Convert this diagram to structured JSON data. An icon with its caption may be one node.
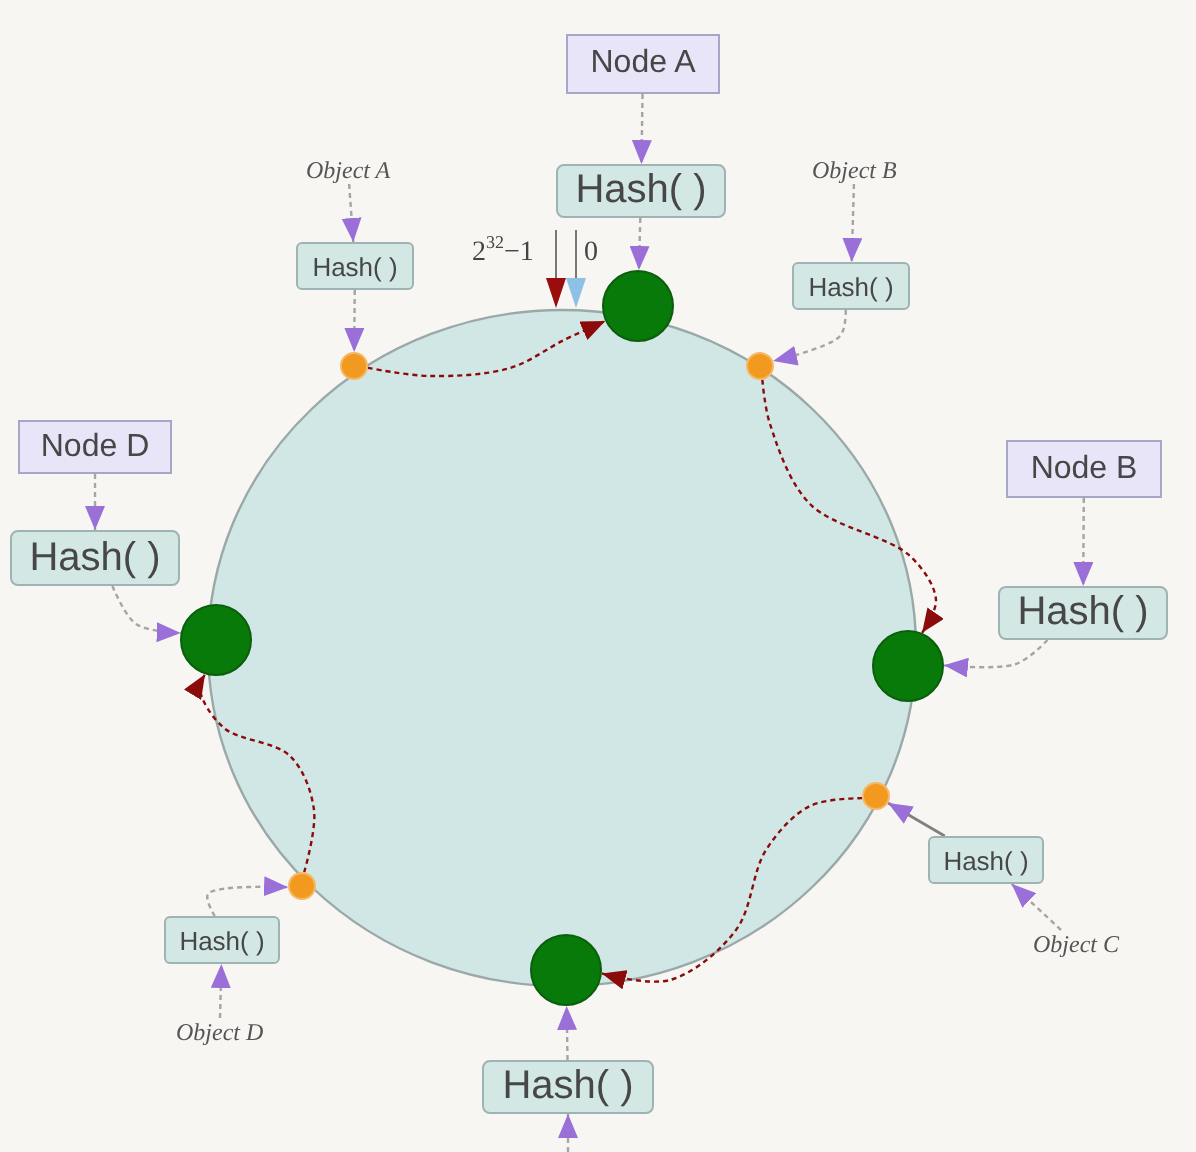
{
  "diagram": {
    "nodes": [
      {
        "text": [
          "Node A"
        ]
      },
      {
        "text": [
          "Object A"
        ]
      },
      {
        "text": [
          "Hash( )"
        ]
      },
      {
        "text": [
          "Object B"
        ]
      },
      {
        "text": [
          "Hash( )"
        ]
      },
      {
        "text": [
          "Hash( )"
        ]
      },
      {
        "text": [],
        "shape": "circle"
      },
      {
        "text": [],
        "shape": "circle"
      },
      {
        "text": [],
        "shape": "circle"
      },
      {
        "text": [
          "Node D"
        ]
      },
      {
        "text": [
          "Node B"
        ]
      },
      {
        "text": [
          "Hash( )"
        ]
      },
      {
        "text": [
          "Hash( )"
        ]
      },
      {
        "text": [],
        "shape": "circle"
      },
      {
        "text": [],
        "shape": "circle"
      },
      {
        "text": [],
        "shape": "circle"
      },
      {
        "text": [
          "Hash( )"
        ]
      },
      {
        "text": [],
        "shape": "circle"
      },
      {
        "text": [
          "Hash( )"
        ]
      },
      {
        "text": [
          "Object C"
        ]
      },
      {
        "text": [],
        "shape": "circle"
      },
      {
        "text": [
          "Object D"
        ]
      },
      {
        "text": [
          "Hash( )"
        ]
      }
    ],
    "edges": [
      {
        "from": 0,
        "to": 2,
        "arrow": "to",
        "style": "dashed"
      },
      {
        "from": 2,
        "to": 6,
        "arrow": "to",
        "style": "dashed"
      },
      {
        "from": 1,
        "to": 4,
        "arrow": "to",
        "style": "dashed"
      },
      {
        "from": 4,
        "to": 7,
        "arrow": "to",
        "style": "dashed"
      },
      {
        "from": 3,
        "to": 5,
        "arrow": "to",
        "style": "dashed"
      },
      {
        "from": 5,
        "to": 8,
        "arrow": "to",
        "style": "dashed"
      },
      {
        "from": 10,
        "to": 12,
        "arrow": "to",
        "style": "dashed"
      },
      {
        "from": 12,
        "to": 14,
        "arrow": "to",
        "style": "dashed"
      },
      {
        "from": 19,
        "to": 16,
        "arrow": "to",
        "style": "dashed"
      },
      {
        "from": 16,
        "to": 15,
        "arrow": "to"
      },
      {
        "from": 9,
        "to": 11,
        "arrow": "to",
        "style": "dashed"
      },
      {
        "from": 11,
        "to": 13,
        "arrow": "to",
        "style": "dashed"
      },
      {
        "from": 21,
        "to": 18,
        "arrow": "to",
        "style": "dashed"
      },
      {
        "from": 18,
        "to": 17,
        "arrow": "to",
        "style": "dashed"
      },
      {
        "from": null,
        "to": 22,
        "arrow": "to",
        "style": "dashed"
      },
      {
        "from": 22,
        "to": 20,
        "arrow": "to",
        "style": "dashed"
      },
      {
        "from": 7,
        "to": 6,
        "arrow": "to",
        "style": "dashed",
        "color": "#8b0a0a"
      },
      {
        "from": 8,
        "to": 14,
        "arrow": "to",
        "style": "dashed",
        "color": "#8b0a0a"
      },
      {
        "from": 15,
        "to": 20,
        "arrow": "to",
        "style": "dashed",
        "color": "#8b0a0a"
      },
      {
        "from": 17,
        "to": 13,
        "arrow": "to",
        "style": "dashed",
        "color": "#8b0a0a"
      }
    ],
    "labels": [
      "2$^{32}$−1",
      "0"
    ]
  }
}
